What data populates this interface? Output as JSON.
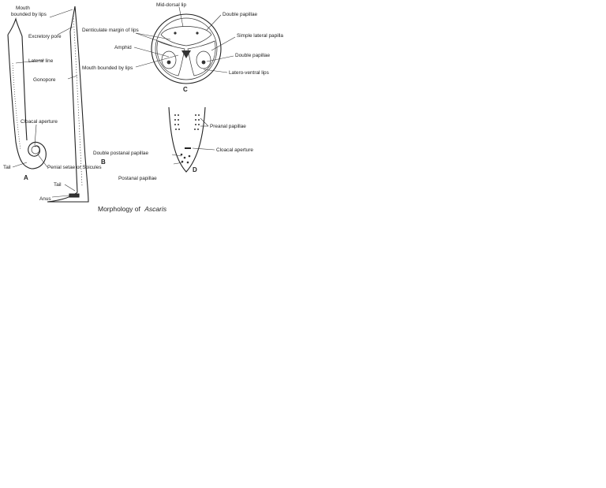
{
  "figure": {
    "caption_prefix": "Morphology of",
    "caption_genus": "Ascaris",
    "panels": {
      "a": "A",
      "b": "B",
      "c": "C",
      "d": "D"
    },
    "labels_b": {
      "mouth": "Mouth bounded by lips",
      "excretory_pore": "Excretory pore",
      "lateral_line": "Lateral line",
      "gonopore": "Gonopore",
      "tail": "Tail",
      "anus": "Anus"
    },
    "labels_a": {
      "cloacal_aperture": "Cloacal aperture",
      "tail": "Tail",
      "penial_setae": "Penial setae or Spicules"
    },
    "labels_c": {
      "mid_dorsal_lip": "Mid-dorsal lip",
      "double_papillae_top": "Double papillae",
      "denticulate": "Denticulate margin of lips",
      "simple_lateral_papilla": "Simple lateral papilla",
      "amphid": "Amphid",
      "double_papillae_right": "Double papillae",
      "mouth": "Mouth bounded by lips",
      "latero_ventral_lips": "Latero-ventral lips"
    },
    "labels_d": {
      "preanal_papillae": "Preanal papillae",
      "cloacal_aperture": "Cloacal aperture",
      "double_postanal": "Double postanal papillae",
      "postanal_papillae": "Postanal papillae"
    }
  }
}
